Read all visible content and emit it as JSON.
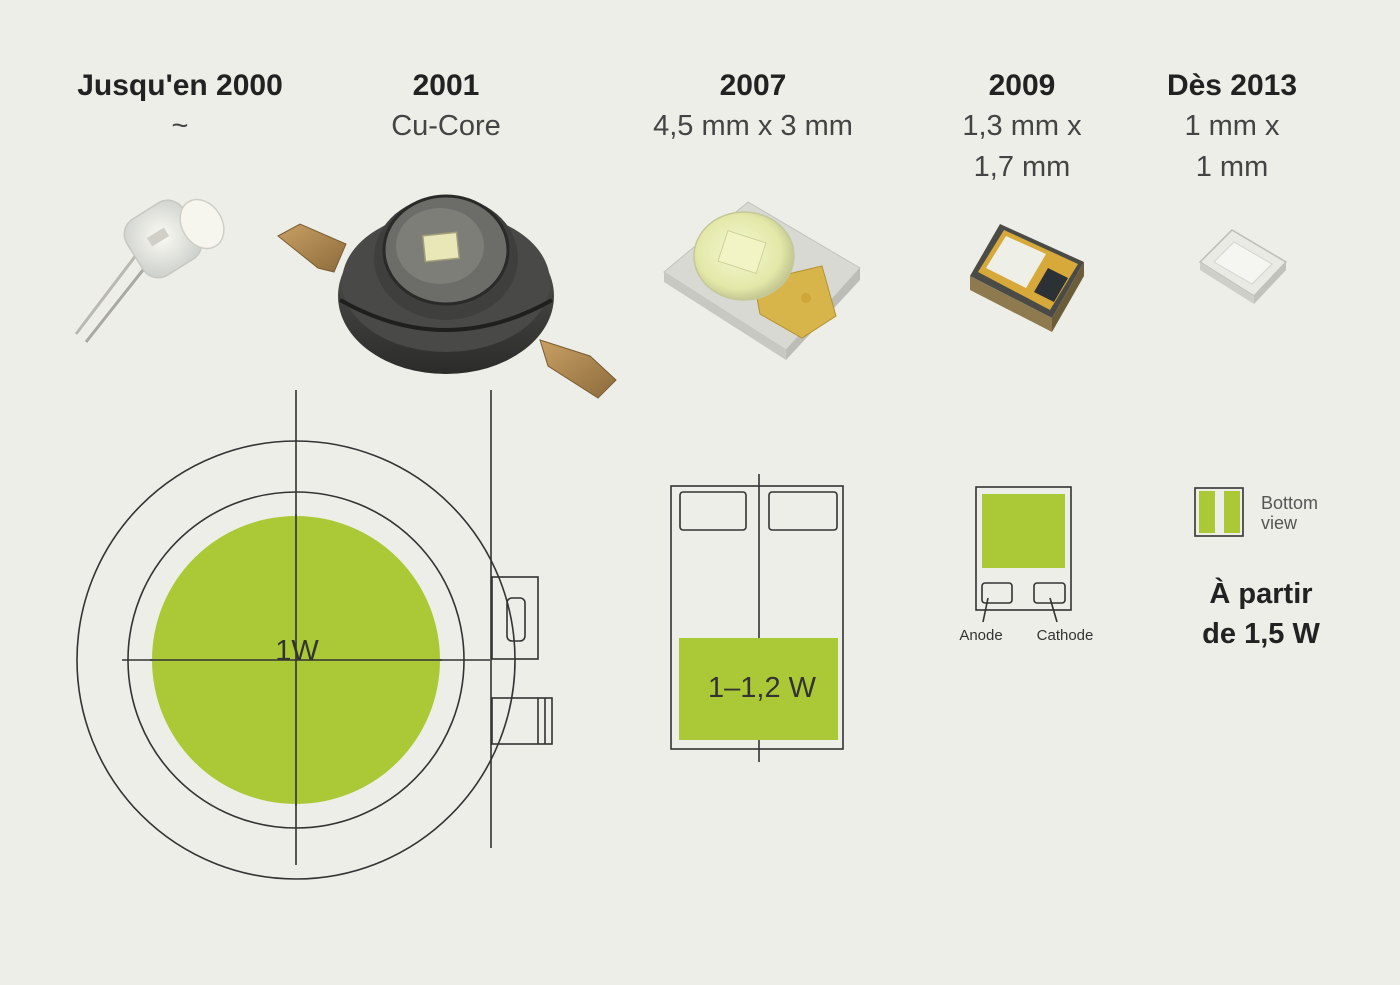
{
  "columns": [
    {
      "year": "Jusqu'en 2000",
      "spec_lines": [
        "~"
      ]
    },
    {
      "year": "2001",
      "spec_lines": [
        "Cu-Core"
      ]
    },
    {
      "year": "2007",
      "spec_lines": [
        "4,5 mm x 3 mm"
      ]
    },
    {
      "year": "2009",
      "spec_lines": [
        "1,3 mm x",
        "1,7 mm"
      ]
    },
    {
      "year": "Dès 2013",
      "spec_lines": [
        "1 mm x",
        "1 mm"
      ]
    }
  ],
  "diagrams": {
    "cu_core_power": "1W",
    "smd_2007_power": "1–1,2 W",
    "anode_label": "Anode",
    "cathode_label": "Cathode",
    "bottom_view_label": [
      "Bottom",
      "view"
    ],
    "power_2013": [
      "À partir",
      "de 1,5 W"
    ]
  },
  "colors": {
    "accent_green": "#abc936",
    "line": "#333333",
    "background": "#eeeee8"
  }
}
